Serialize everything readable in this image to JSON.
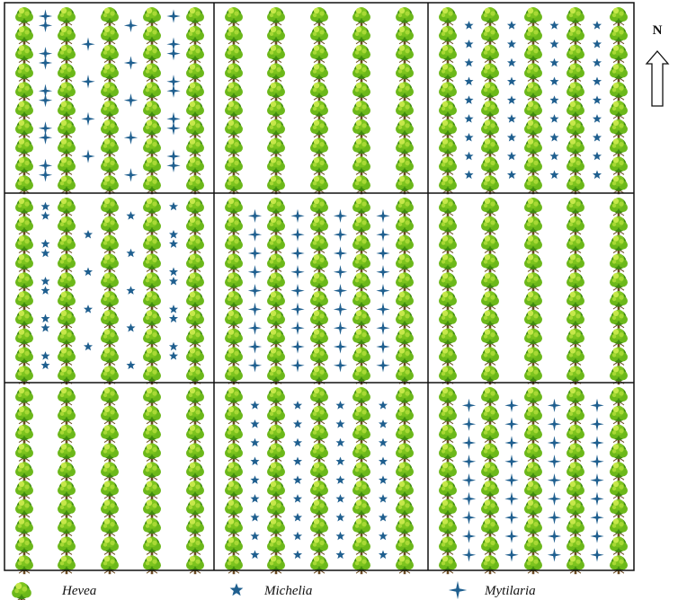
{
  "north": {
    "label": "N"
  },
  "legend": [
    {
      "key": "hevea",
      "label": "Hevea",
      "icon": "tree-icon"
    },
    {
      "key": "michelia",
      "label": "Michelia",
      "icon": "five-point-star-icon"
    },
    {
      "key": "mytilaria",
      "label": "Mytilaria",
      "icon": "four-point-star-icon"
    }
  ],
  "colors": {
    "tree_canopy": "#7dc41e",
    "tree_highlight": "#c6e84a",
    "tree_shadow": "#3f8a10",
    "tree_trunk": "#6b4a22",
    "star": "#1f5f8f",
    "border": "#111111"
  },
  "plots": [
    {
      "id": "plot-1",
      "companion": "mytilaria",
      "pattern": "interleaved"
    },
    {
      "id": "plot-2",
      "companion": "none",
      "pattern": "hevea-only"
    },
    {
      "id": "plot-3",
      "companion": "michelia",
      "pattern": "dense"
    },
    {
      "id": "plot-4",
      "companion": "michelia",
      "pattern": "interleaved"
    },
    {
      "id": "plot-5",
      "companion": "mytilaria",
      "pattern": "dense"
    },
    {
      "id": "plot-6",
      "companion": "none",
      "pattern": "hevea-only"
    },
    {
      "id": "plot-7",
      "companion": "none",
      "pattern": "hevea-only"
    },
    {
      "id": "plot-8",
      "companion": "michelia",
      "pattern": "dense"
    },
    {
      "id": "plot-9",
      "companion": "mytilaria",
      "pattern": "dense"
    }
  ]
}
